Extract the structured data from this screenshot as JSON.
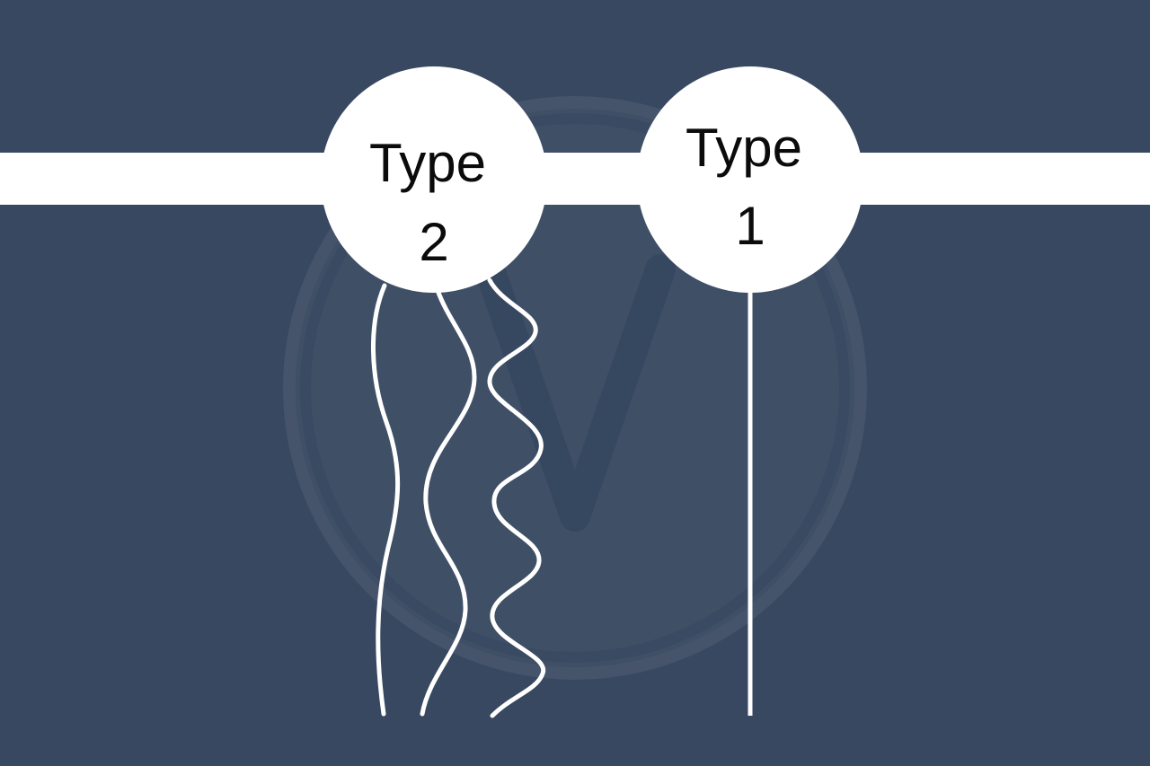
{
  "diagram": {
    "background_color": "#374860",
    "band_color": "#ffffff",
    "stroke_color": "#ffffff",
    "text_color": "#0b0b0b",
    "watermark": {
      "icon": "v-circle-logo-watermark",
      "ring_color": "#45536b",
      "fill_color": "#3f4f66",
      "letter_color": "#364760"
    },
    "nodes": [
      {
        "id": "type-2",
        "line1": "Type",
        "line2": "2",
        "strands": "three wavy strands (slightly wavy, medium wave, tight wave)"
      },
      {
        "id": "type-1",
        "line1": "Type",
        "line2": "1",
        "strands": "one straight strand"
      }
    ]
  }
}
